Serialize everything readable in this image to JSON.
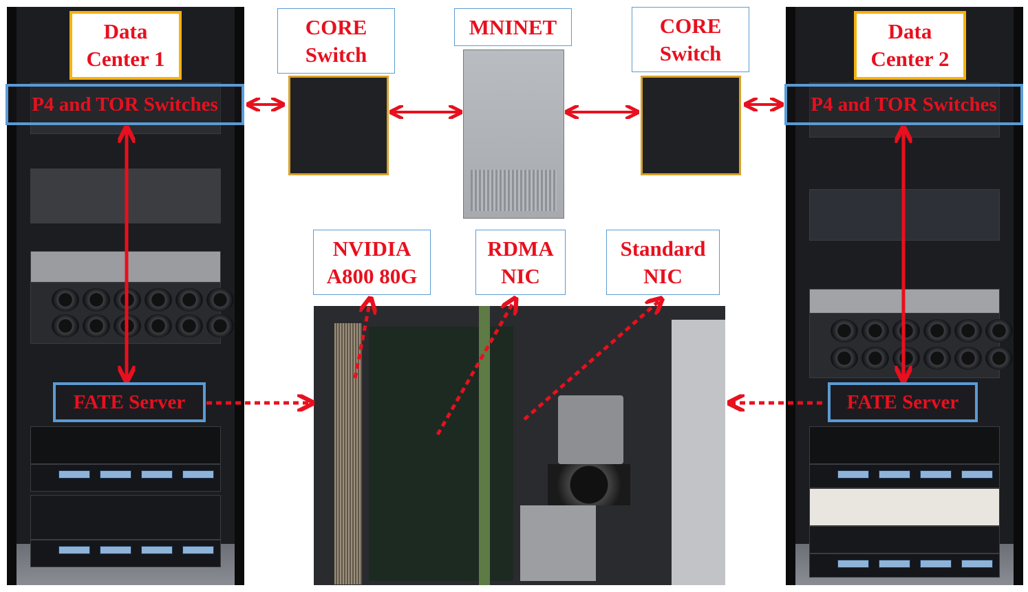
{
  "labels": {
    "core_switch_left": "CORE\nSwitch",
    "mninet": "MNINET",
    "core_switch_right": "CORE\nSwitch",
    "nvidia_gpu": "NVIDIA\nA800 80G",
    "rdma_nic": "RDMA\nNIC",
    "standard_nic": "Standard\nNIC"
  },
  "left_rack": {
    "data_center": "Data\nCenter 1",
    "switches": "P4 and TOR Switches",
    "fate_server": "FATE Server"
  },
  "right_rack": {
    "data_center": "Data\nCenter 2",
    "switches": "P4 and TOR Switches",
    "fate_server": "FATE Server"
  },
  "colors": {
    "label_text": "#e8101e",
    "label_border": "#5b9bd5",
    "data_center_border": "#f5b20f",
    "arrow": "#e8101e"
  }
}
